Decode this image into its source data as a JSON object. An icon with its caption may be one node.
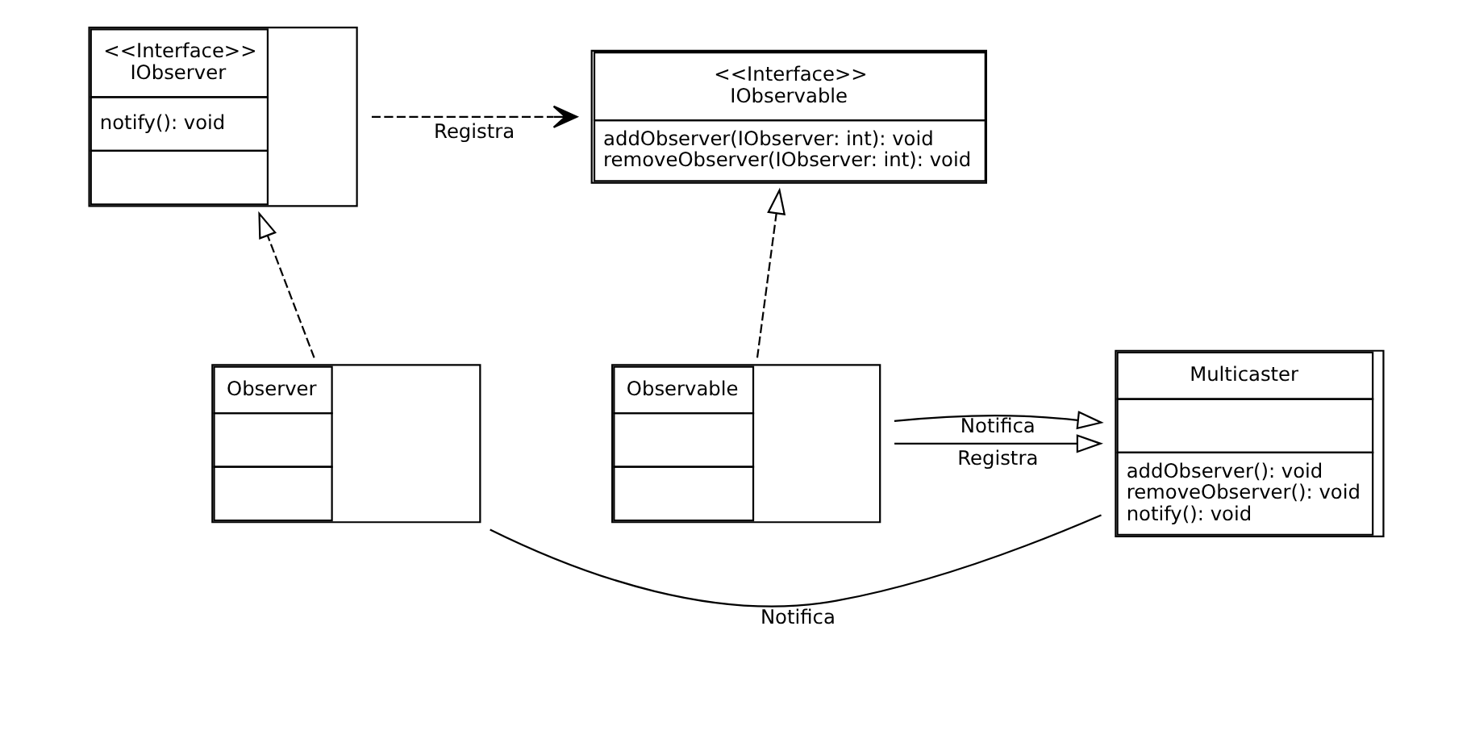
{
  "diagram": {
    "nodes": [
      {
        "text": [
          "<<Interface>>",
          "IObserver",
          "notify(): void"
        ]
      },
      {
        "text": [
          "<<Interface>>",
          "IObservable",
          "addObserver(IObserver: int): void",
          "removeObserver(IObserver: int): void"
        ]
      },
      {
        "text": [
          "Multicaster",
          "addObserver(): void",
          "removeObserver(): void",
          "notify(): void"
        ]
      },
      {
        "text": [
          "Observer"
        ]
      },
      {
        "text": [
          "Observable"
        ]
      }
    ],
    "edges": [
      {
        "from": 0,
        "to": 1,
        "arrow": "to",
        "label": "Registra",
        "style": "dashed"
      },
      {
        "from": 3,
        "to": 0,
        "arrow": "to",
        "style": "dashed"
      },
      {
        "from": 4,
        "to": 1,
        "arrow": "to",
        "style": "dashed"
      },
      {
        "from": 4,
        "to": 2,
        "arrow": "to",
        "label": "Registra"
      },
      {
        "from": 4,
        "to": 2,
        "arrow": "to",
        "label": "Notifica"
      },
      {
        "from": 3,
        "to": 2,
        "arrow": "none",
        "label": "Notifica"
      }
    ]
  }
}
